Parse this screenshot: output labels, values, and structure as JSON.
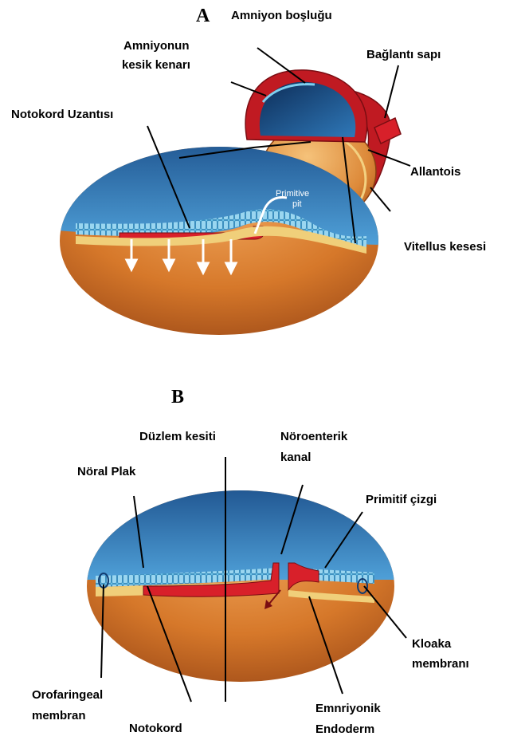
{
  "panel_a": {
    "title": "A",
    "labels": {
      "amniyon_boslugu": "Amniyon boşluğu",
      "amniyonun_1": "Amniyonun",
      "amniyonun_2": "kesik kenarı",
      "baglanti_sapi": "Bağlantı sapı",
      "notokord_uzantisi": "Notokord Uzantısı",
      "allantois": "Allantois",
      "primitive_1": "Primitive",
      "primitive_2": "pit",
      "vitellus_kesesi": "Vitellus kesesi"
    }
  },
  "panel_b": {
    "title": "B",
    "labels": {
      "duzlem_kesiti": "Düzlem kesiti",
      "noroenterik_1": "Nöroenterik",
      "noroenterik_2": "kanal",
      "noral_plak": "Nöral Plak",
      "primitif_cizgi": "Primitif çizgi",
      "kloaka_1": "Kloaka",
      "kloaka_2": "membranı",
      "orofaringeal_1": "Orofaringeal",
      "orofaringeal_2": "membran",
      "notokord": "Notokord",
      "endoderm_1": "Emnriyonik",
      "endoderm_2": "Endoderm"
    }
  },
  "colors": {
    "ectoderm_blue": "#3a86c0",
    "amnion_dark": "#123c70",
    "yolk_orange": "#d67a2c",
    "mesoderm_red": "#d8202a",
    "stalk_red": "#c01a22"
  }
}
